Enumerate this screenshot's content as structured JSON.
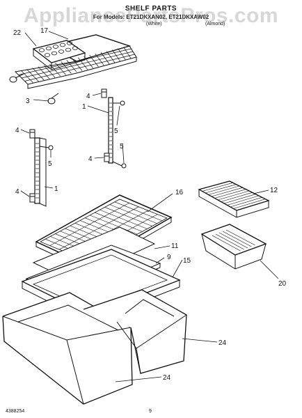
{
  "header": {
    "title": "SHELF PARTS",
    "models": "For Models: ET21DKXAN02, ET21DKXAW02",
    "variant_left": "(White)",
    "variant_right": "(Almond)"
  },
  "watermark": "AppliancePartsPros.com",
  "callouts": [
    "22",
    "17",
    "3",
    "4",
    "1",
    "5",
    "4",
    "5",
    "4",
    "4",
    "5",
    "1",
    "16",
    "12",
    "11",
    "9",
    "15",
    "20",
    "24",
    "24"
  ],
  "footer": {
    "part_number": "4388254",
    "page": "9"
  },
  "colors": {
    "line": "#111111",
    "watermark": "#a0a0a0"
  }
}
